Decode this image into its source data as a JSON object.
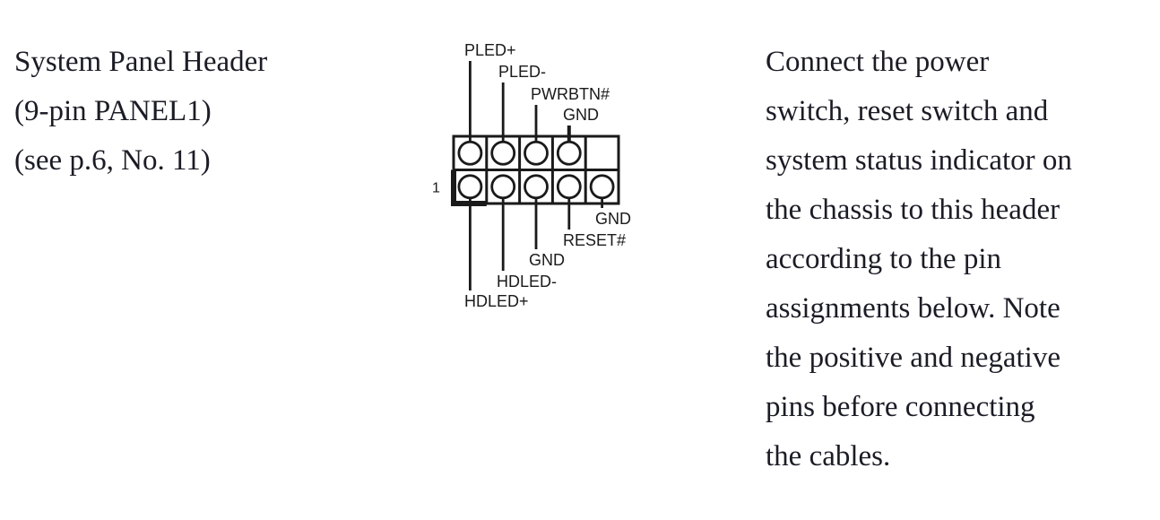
{
  "left": {
    "lines": [
      "System Panel Header",
      "(9-pin PANEL1)",
      "(see p.6, No. 11)"
    ]
  },
  "diagram": {
    "pin1_label": "1",
    "top_row": [
      {
        "label": "PLED+",
        "has_pin": true
      },
      {
        "label": "PLED-",
        "has_pin": true
      },
      {
        "label": "PWRBTN#",
        "has_pin": true
      },
      {
        "label": "GND",
        "has_pin": true
      },
      {
        "label": "",
        "has_pin": false
      }
    ],
    "bottom_row": [
      {
        "label": "HDLED+",
        "has_pin": true
      },
      {
        "label": "HDLED-",
        "has_pin": true
      },
      {
        "label": "GND",
        "has_pin": true
      },
      {
        "label": "RESET#",
        "has_pin": true
      },
      {
        "label": "GND",
        "has_pin": true
      }
    ]
  },
  "right": {
    "lines": [
      "Connect the power",
      "switch, reset switch and",
      "system status indicator on",
      "the chassis to this header",
      "according to the pin",
      "assignments below. Note",
      "the positive and negative",
      "pins before connecting",
      "the cables."
    ]
  }
}
